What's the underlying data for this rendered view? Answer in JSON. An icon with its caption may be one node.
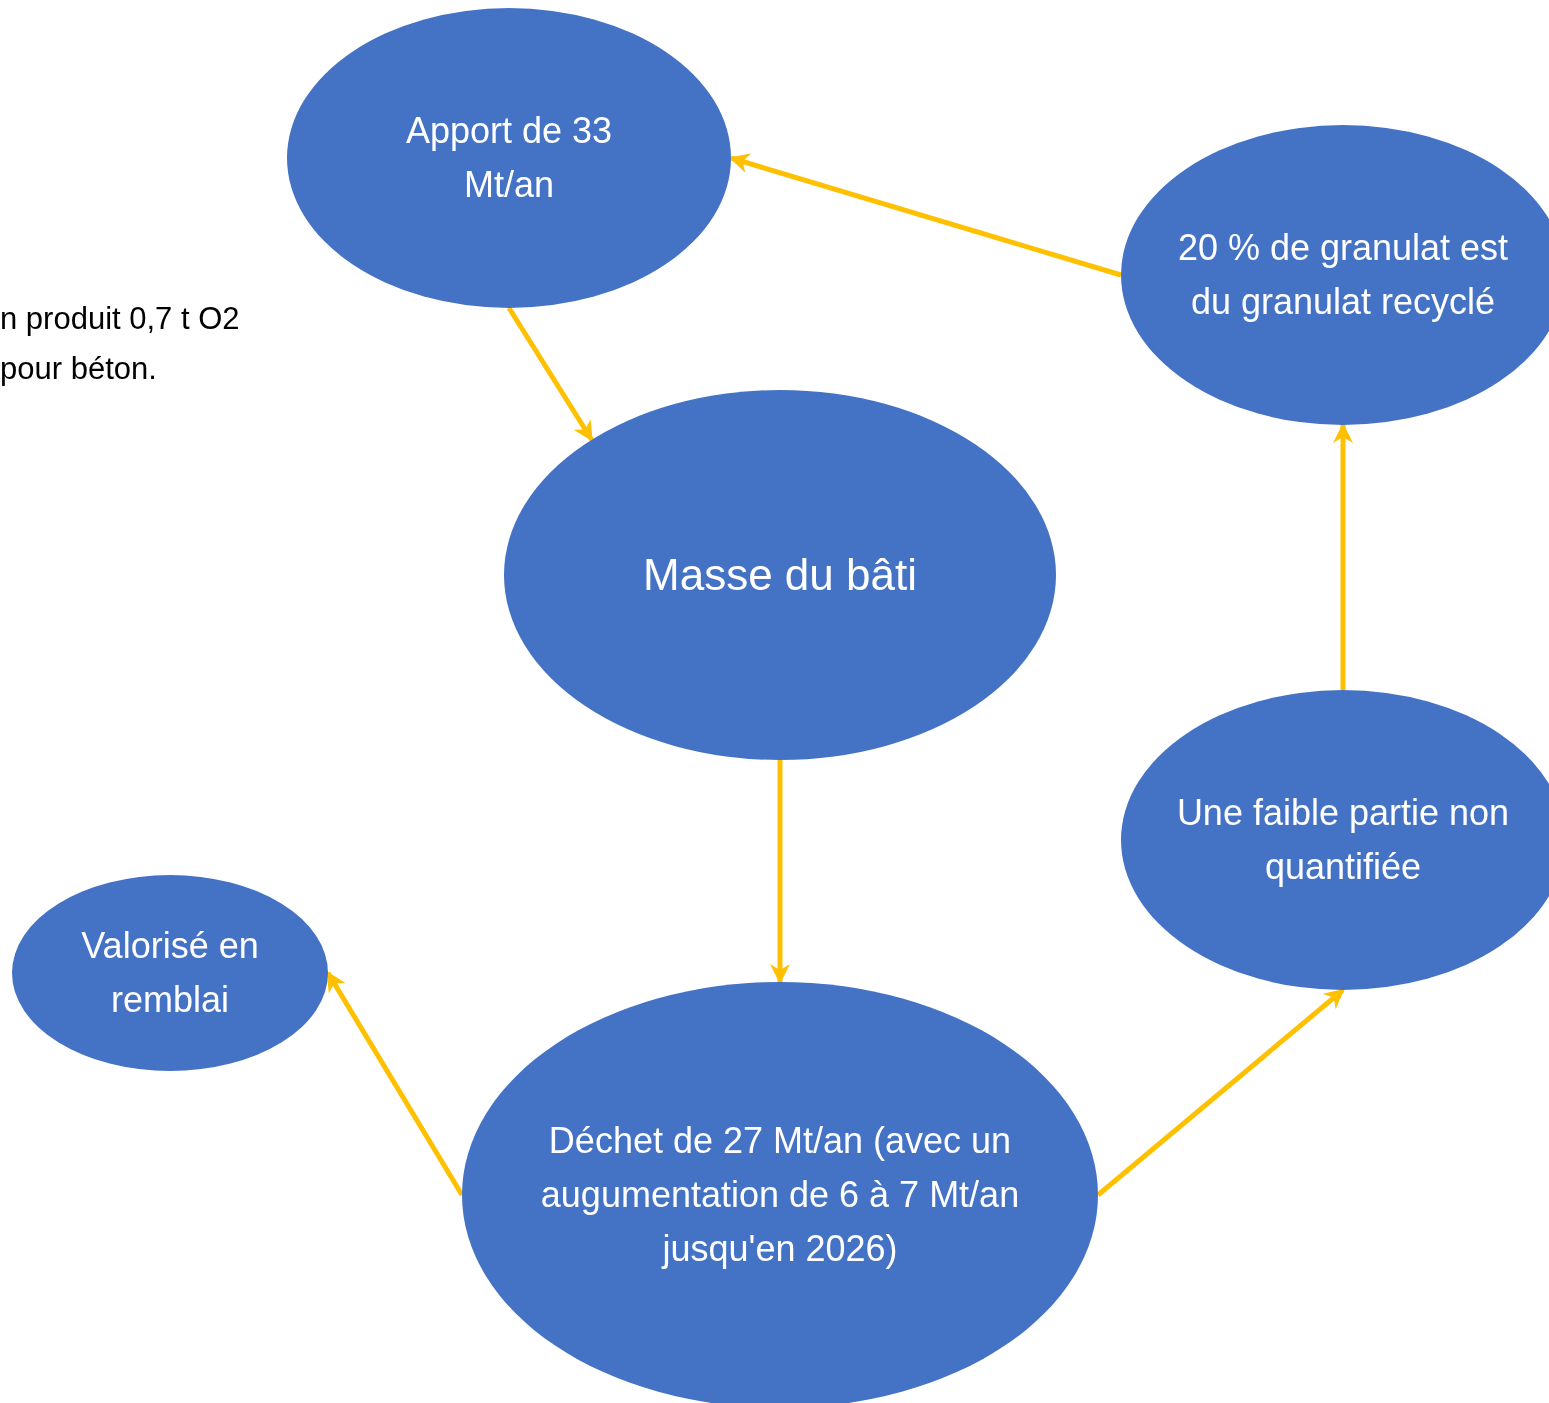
{
  "diagram": {
    "nodes": [
      {
        "text": [
          "Apport de 33 Mt/an"
        ]
      },
      {
        "text": [
          "20 % de granulat est du granulat recyclé"
        ]
      },
      {
        "text": [
          "Masse du bâti"
        ]
      },
      {
        "text": [
          "Une faible partie non quantifiée"
        ]
      },
      {
        "text": [
          "Valorisé en remblai"
        ]
      },
      {
        "text": [
          "Déchet de 27 Mt/an (avec un augumentation de 6 à 7 Mt/an jusqu'en 2026)"
        ]
      }
    ],
    "edges": [
      {
        "from": 1,
        "to": 0,
        "arrow": "to"
      },
      {
        "from": 0,
        "to": 2,
        "arrow": "to"
      },
      {
        "from": 2,
        "to": 5,
        "arrow": "to"
      },
      {
        "from": 5,
        "to": 4,
        "arrow": "to"
      },
      {
        "from": 5,
        "to": 3,
        "arrow": "to"
      },
      {
        "from": 3,
        "to": 1,
        "arrow": "to"
      }
    ],
    "labels": [
      "n produit 0,7 t O2 pour béton."
    ]
  }
}
